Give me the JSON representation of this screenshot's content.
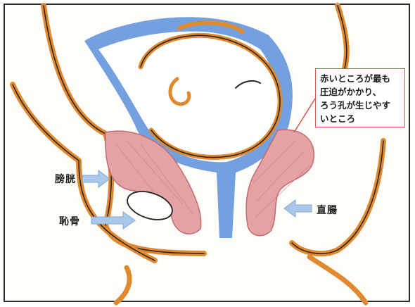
{
  "labels": {
    "bladder": "膀胱",
    "pubic_bone": "恥骨",
    "rectum": "直腸"
  },
  "callout": {
    "lines": [
      "赤いところが最も",
      "圧迫がかかり、",
      "ろう孔が生じやす",
      "いところ"
    ]
  },
  "colors": {
    "outline_orange": "#e0892f",
    "uterus_blue": "#5b8fd9",
    "tissue_pink": "#e3a2a4",
    "arrow_blue": "#a9c8ea",
    "callout_border": "#d9534f"
  }
}
